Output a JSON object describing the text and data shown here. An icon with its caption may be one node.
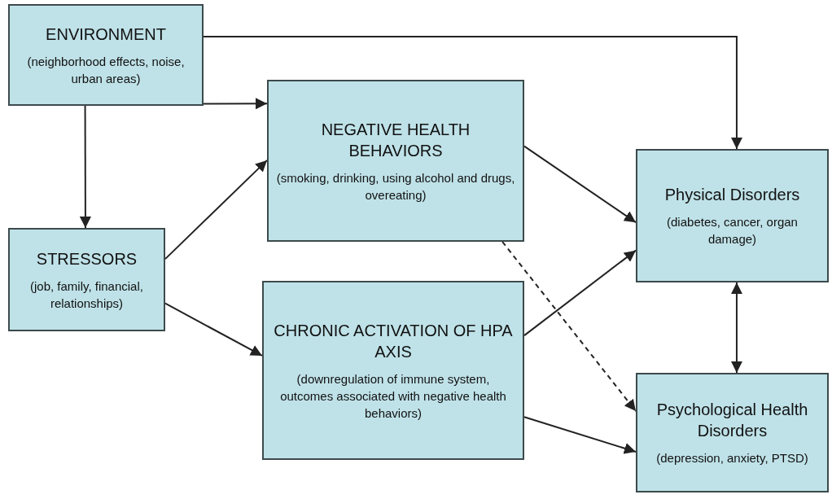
{
  "diagram": {
    "nodes": [
      {
        "text": [
          "ENVIRONMENT",
          "(neighborhood effects, noise, urban areas)"
        ]
      },
      {
        "text": [
          "NEGATIVE HEALTH BEHAVIORS",
          "(smoking, drinking, using alcohol and drugs, overeating)"
        ]
      },
      {
        "text": [
          "STRESSORS",
          "(job, family, financial, relationships)"
        ]
      },
      {
        "text": [
          "CHRONIC ACTIVATION OF HPA AXIS",
          "(downregulation of immune system, outcomes associated with negative health behaviors)"
        ]
      },
      {
        "text": [
          "Physical Disorders",
          "(diabetes, cancer, organ damage)"
        ]
      },
      {
        "text": [
          "Psychological Health Disorders",
          "(depression, anxiety, PTSD)"
        ]
      }
    ],
    "edges": [
      {
        "from": 0,
        "to": 1,
        "arrow": "to"
      },
      {
        "from": 0,
        "to": 4,
        "arrow": "to"
      },
      {
        "from": 0,
        "to": 2,
        "arrow": "to"
      },
      {
        "from": 2,
        "to": 1,
        "arrow": "to"
      },
      {
        "from": 2,
        "to": 3,
        "arrow": "to"
      },
      {
        "from": 1,
        "to": 4,
        "arrow": "to"
      },
      {
        "from": 3,
        "to": 4,
        "arrow": "to"
      },
      {
        "from": 1,
        "to": 5,
        "arrow": "to",
        "style": "dashed"
      },
      {
        "from": 3,
        "to": 5,
        "arrow": "to"
      },
      {
        "from": 4,
        "to": 5,
        "arrow": "both"
      }
    ]
  }
}
